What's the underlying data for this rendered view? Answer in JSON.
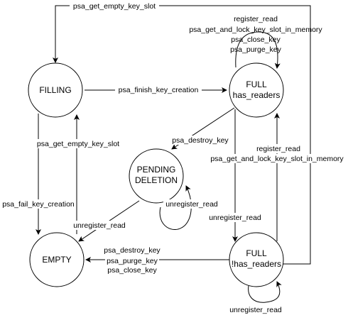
{
  "states": {
    "filling": "FILLING",
    "full_readers_line1": "FULL",
    "full_readers_line2": "has_readers",
    "pending_line1": "PENDING",
    "pending_line2": "DELETION",
    "empty": "EMPTY",
    "full_noreaders_line1": "FULL",
    "full_noreaders_line2": "!has_readers"
  },
  "edges": {
    "get_empty_top": "psa_get_empty_key_slot",
    "finish_creation": "psa_finish_key_creation",
    "get_empty_mid": "psa_get_empty_key_slot",
    "fail_creation": "psa_fail_key_creation",
    "destroy_pending": "psa_destroy_key",
    "unregister_self_pending": "unregister_read",
    "unregister_pending_empty": "unregister_read",
    "full_self_1": "register_read",
    "full_self_2": "psa_get_and_lock_key_slot_in_memory",
    "full_self_3": "psa_close_key",
    "full_self_4": "psa_purge_key",
    "noreaders_to_full_1": "register_read",
    "noreaders_to_full_2": "psa_get_and_lock_key_slot_in_memory",
    "unregister_full_noreaders": "unregister_read",
    "noreaders_empty_1": "psa_destroy_key",
    "noreaders_empty_2": "psa_purge_key",
    "noreaders_empty_3": "psa_close_key",
    "unregister_self_noreaders": "unregister_read"
  }
}
